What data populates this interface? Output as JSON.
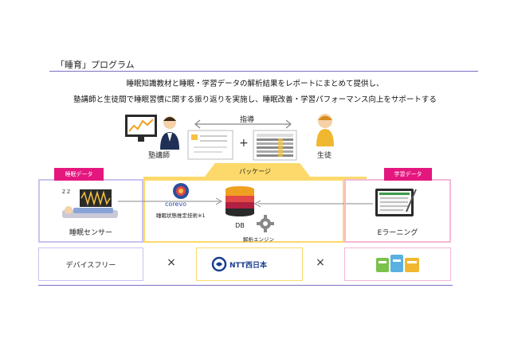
{
  "header": {
    "title": "「睡育」プログラム",
    "description_line1": "睡眠知識教材と睡眠・学習データの解析結果をレポートにまとめて提供し、",
    "description_line2": "塾講師と生徒間で睡眠習慣に関する振り返りを実施し、睡眠改善・学習パフォーマンス向上をサポートする"
  },
  "top": {
    "teacher_label": "塾講師",
    "student_label": "生徒",
    "guidance_label": "指導",
    "package_label": "パッケージ",
    "plus": "+"
  },
  "left": {
    "tag": "睡眠データ",
    "sensor_label": "睡眠センサー",
    "zzz": "Z Z"
  },
  "center": {
    "corevo_label": "corevo",
    "tech_label": "睡眠状態推定技術※1",
    "db_label": "DB",
    "engine_label": "解析エンジン"
  },
  "right": {
    "tag": "学習データ",
    "elearning_label": "Eラーニング"
  },
  "bottom": {
    "device_free": "デバイスフリー",
    "times1": "×",
    "ntt_label": "NTT西日本",
    "times2": "×"
  },
  "colors": {
    "accent_purple": "#7b6fc4",
    "yellow": "#fcd96a",
    "pink": "#e4177f",
    "left_border": "#c9c3ef",
    "right_border": "#f5b8d6",
    "center_border": "#fcd96a"
  }
}
